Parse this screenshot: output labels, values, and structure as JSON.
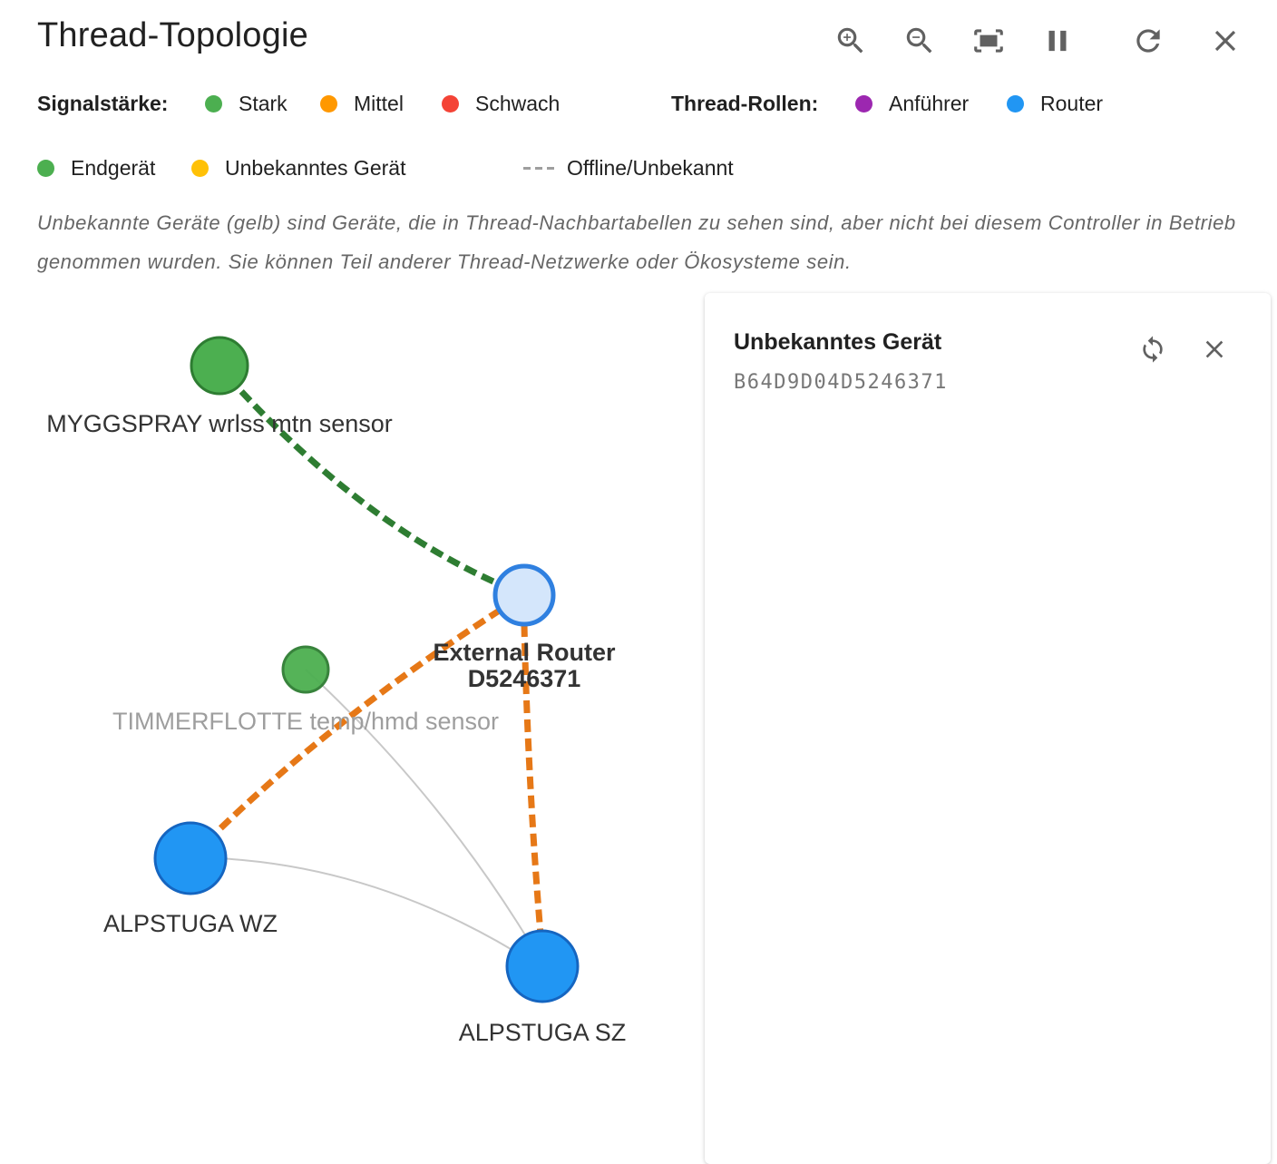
{
  "header": {
    "title": "Thread-Topologie"
  },
  "toolbar": {
    "buttons": [
      {
        "name": "zoom-in",
        "icon": "zoom-in-icon"
      },
      {
        "name": "zoom-out",
        "icon": "zoom-out-icon"
      },
      {
        "name": "fit-view",
        "icon": "fit-screen-icon"
      },
      {
        "name": "pause",
        "icon": "pause-icon"
      },
      {
        "name": "refresh",
        "icon": "refresh-icon"
      },
      {
        "name": "close",
        "icon": "close-icon"
      }
    ],
    "icon_color": "#616161"
  },
  "legend": {
    "signal_label": "Signalstärke:",
    "signal": [
      {
        "label": "Stark",
        "color": "#4caf50"
      },
      {
        "label": "Mittel",
        "color": "#ff9800"
      },
      {
        "label": "Schwach",
        "color": "#f44336"
      }
    ],
    "roles_label": "Thread-Rollen:",
    "roles": [
      {
        "label": "Anführer",
        "color": "#9c27b0"
      },
      {
        "label": "Router",
        "color": "#2196f3"
      },
      {
        "label": "Endgerät",
        "color": "#4caf50"
      },
      {
        "label": "Unbekanntes Gerät",
        "color": "#ffc107"
      }
    ],
    "offline_label": "Offline/Unbekannt"
  },
  "note": "Unbekannte Geräte (gelb) sind Geräte, die in Thread-Nachbartabellen zu sehen sind, aber nicht bei diesem Controller in Betrieb genommen wurden. Sie können Teil anderer Thread-Netzwerke oder Ökosysteme sein.",
  "graph": {
    "nodes": [
      {
        "id": "myggspray",
        "label": "MYGGSPRAY wrlss mtn sensor",
        "role": "end-device",
        "color": "#4caf50"
      },
      {
        "id": "external_router",
        "label_line1": "External Router",
        "label_line2": "D5246371",
        "role": "external-router",
        "selected": true
      },
      {
        "id": "timmerflotte",
        "label": "TIMMERFLOTTE temp/hmd sensor",
        "role": "end-device",
        "color": "#4caf50",
        "dimmed": true
      },
      {
        "id": "alpstuga_wz",
        "label": "ALPSTUGA WZ",
        "role": "router",
        "color": "#2196f3"
      },
      {
        "id": "alpstuga_sz",
        "label": "ALPSTUGA SZ",
        "role": "router",
        "color": "#2196f3"
      }
    ],
    "links": [
      {
        "from": "myggspray",
        "to": "external_router",
        "signal": "Stark",
        "color": "#2e7d32",
        "style": "dashed"
      },
      {
        "from": "external_router",
        "to": "alpstuga_wz",
        "signal": "Mittel",
        "color": "#e67817",
        "style": "dashed"
      },
      {
        "from": "external_router",
        "to": "alpstuga_sz",
        "signal": "Mittel",
        "color": "#e67817",
        "style": "dashed"
      },
      {
        "from": "timmerflotte",
        "to": "alpstuga_sz",
        "signal": "",
        "color": "#c8c8c8",
        "style": "solid"
      },
      {
        "from": "alpstuga_wz",
        "to": "alpstuga_sz",
        "signal": "",
        "color": "#c8c8c8",
        "style": "solid"
      }
    ]
  },
  "details_panel": {
    "title": "Unbekanntes Gerät",
    "subtitle": "B64D9D04D5246371",
    "refresh_icon": "sync-icon",
    "close_icon": "close-icon"
  }
}
